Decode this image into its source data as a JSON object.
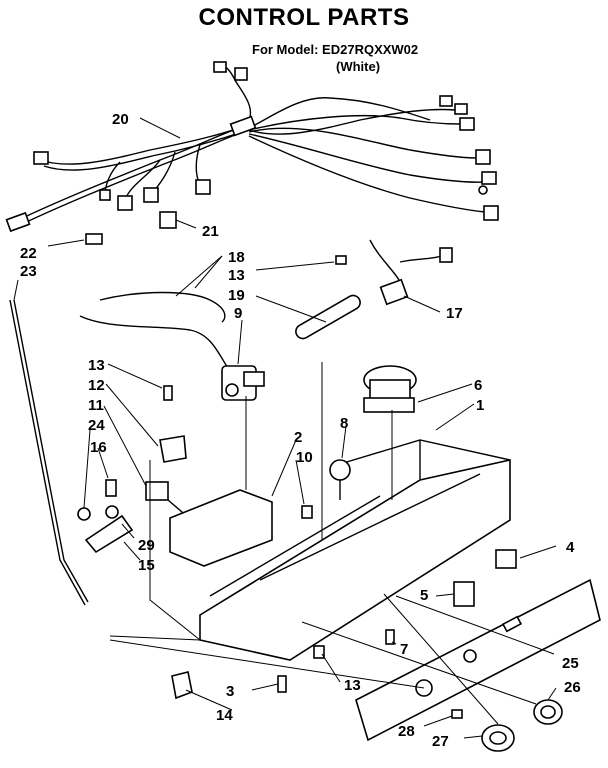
{
  "header": {
    "title": "CONTROL PARTS",
    "model_line": "For Model: ED27RQXXW02",
    "color_note": "(White)"
  },
  "callouts": [
    {
      "id": "c20",
      "text": "20"
    },
    {
      "id": "c21",
      "text": "21"
    },
    {
      "id": "c22",
      "text": "22"
    },
    {
      "id": "c23",
      "text": "23"
    },
    {
      "id": "c18",
      "text": "18"
    },
    {
      "id": "c13a",
      "text": "13"
    },
    {
      "id": "c19",
      "text": "19"
    },
    {
      "id": "c17",
      "text": "17"
    },
    {
      "id": "c9",
      "text": "9"
    },
    {
      "id": "c13b",
      "text": "13"
    },
    {
      "id": "c12",
      "text": "12"
    },
    {
      "id": "c11",
      "text": "11"
    },
    {
      "id": "c24",
      "text": "24"
    },
    {
      "id": "c16",
      "text": "16"
    },
    {
      "id": "c6",
      "text": "6"
    },
    {
      "id": "c1",
      "text": "1"
    },
    {
      "id": "c8",
      "text": "8"
    },
    {
      "id": "c2",
      "text": "2"
    },
    {
      "id": "c10",
      "text": "10"
    },
    {
      "id": "c29",
      "text": "29"
    },
    {
      "id": "c15",
      "text": "15"
    },
    {
      "id": "c4",
      "text": "4"
    },
    {
      "id": "c5",
      "text": "5"
    },
    {
      "id": "c7",
      "text": "7"
    },
    {
      "id": "c25",
      "text": "25"
    },
    {
      "id": "c13c",
      "text": "13"
    },
    {
      "id": "c3",
      "text": "3"
    },
    {
      "id": "c26",
      "text": "26"
    },
    {
      "id": "c14",
      "text": "14"
    },
    {
      "id": "c28",
      "text": "28"
    },
    {
      "id": "c27",
      "text": "27"
    }
  ]
}
